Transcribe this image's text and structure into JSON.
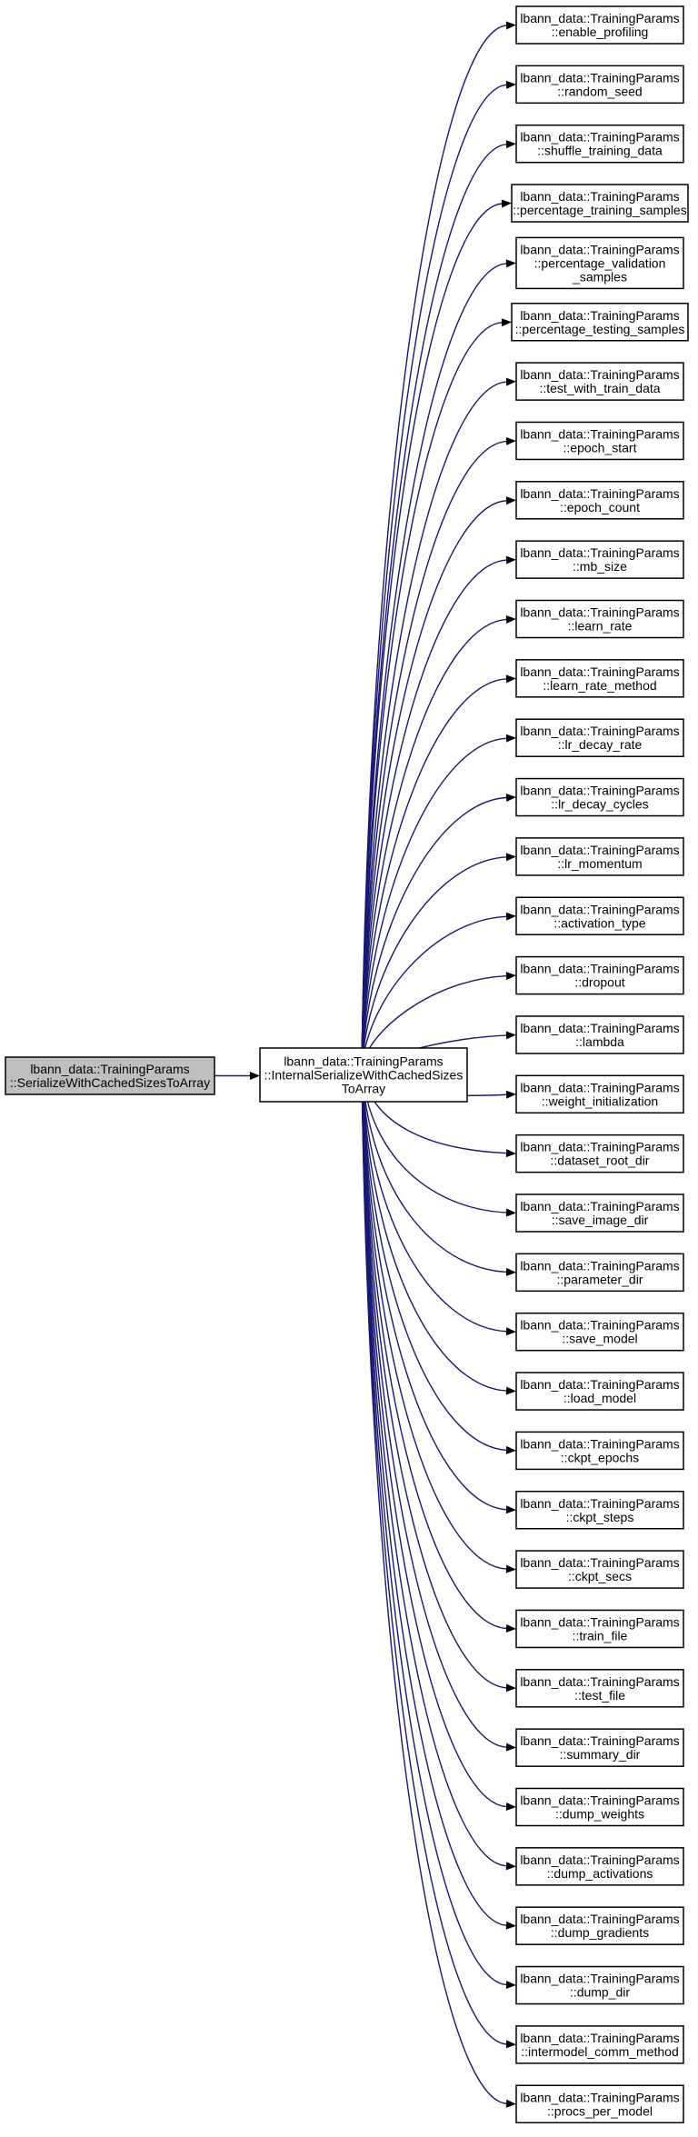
{
  "colors": {
    "edge": "#191970",
    "root_fill": "#bfbfbf",
    "node_fill": "#ffffff",
    "border": "#000000"
  },
  "root": {
    "lines": [
      "lbann_data::TrainingParams",
      "::SerializeWithCachedSizesToArray"
    ]
  },
  "middle": {
    "lines": [
      "lbann_data::TrainingParams",
      "::InternalSerializeWithCachedSizes",
      "ToArray"
    ]
  },
  "callees": [
    {
      "lines": [
        "lbann_data::TrainingParams",
        "::enable_profiling"
      ]
    },
    {
      "lines": [
        "lbann_data::TrainingParams",
        "::random_seed"
      ]
    },
    {
      "lines": [
        "lbann_data::TrainingParams",
        "::shuffle_training_data"
      ]
    },
    {
      "lines": [
        "lbann_data::TrainingParams",
        "::percentage_training_samples"
      ]
    },
    {
      "lines": [
        "lbann_data::TrainingParams",
        "::percentage_validation",
        "_samples"
      ]
    },
    {
      "lines": [
        "lbann_data::TrainingParams",
        "::percentage_testing_samples"
      ]
    },
    {
      "lines": [
        "lbann_data::TrainingParams",
        "::test_with_train_data"
      ]
    },
    {
      "lines": [
        "lbann_data::TrainingParams",
        "::epoch_start"
      ]
    },
    {
      "lines": [
        "lbann_data::TrainingParams",
        "::epoch_count"
      ]
    },
    {
      "lines": [
        "lbann_data::TrainingParams",
        "::mb_size"
      ]
    },
    {
      "lines": [
        "lbann_data::TrainingParams",
        "::learn_rate"
      ]
    },
    {
      "lines": [
        "lbann_data::TrainingParams",
        "::learn_rate_method"
      ]
    },
    {
      "lines": [
        "lbann_data::TrainingParams",
        "::lr_decay_rate"
      ]
    },
    {
      "lines": [
        "lbann_data::TrainingParams",
        "::lr_decay_cycles"
      ]
    },
    {
      "lines": [
        "lbann_data::TrainingParams",
        "::lr_momentum"
      ]
    },
    {
      "lines": [
        "lbann_data::TrainingParams",
        "::activation_type"
      ]
    },
    {
      "lines": [
        "lbann_data::TrainingParams",
        "::dropout"
      ]
    },
    {
      "lines": [
        "lbann_data::TrainingParams",
        "::lambda"
      ]
    },
    {
      "lines": [
        "lbann_data::TrainingParams",
        "::weight_initialization"
      ]
    },
    {
      "lines": [
        "lbann_data::TrainingParams",
        "::dataset_root_dir"
      ]
    },
    {
      "lines": [
        "lbann_data::TrainingParams",
        "::save_image_dir"
      ]
    },
    {
      "lines": [
        "lbann_data::TrainingParams",
        "::parameter_dir"
      ]
    },
    {
      "lines": [
        "lbann_data::TrainingParams",
        "::save_model"
      ]
    },
    {
      "lines": [
        "lbann_data::TrainingParams",
        "::load_model"
      ]
    },
    {
      "lines": [
        "lbann_data::TrainingParams",
        "::ckpt_epochs"
      ]
    },
    {
      "lines": [
        "lbann_data::TrainingParams",
        "::ckpt_steps"
      ]
    },
    {
      "lines": [
        "lbann_data::TrainingParams",
        "::ckpt_secs"
      ]
    },
    {
      "lines": [
        "lbann_data::TrainingParams",
        "::train_file"
      ]
    },
    {
      "lines": [
        "lbann_data::TrainingParams",
        "::test_file"
      ]
    },
    {
      "lines": [
        "lbann_data::TrainingParams",
        "::summary_dir"
      ]
    },
    {
      "lines": [
        "lbann_data::TrainingParams",
        "::dump_weights"
      ]
    },
    {
      "lines": [
        "lbann_data::TrainingParams",
        "::dump_activations"
      ]
    },
    {
      "lines": [
        "lbann_data::TrainingParams",
        "::dump_gradients"
      ]
    },
    {
      "lines": [
        "lbann_data::TrainingParams",
        "::dump_dir"
      ]
    },
    {
      "lines": [
        "lbann_data::TrainingParams",
        "::intermodel_comm_method"
      ]
    },
    {
      "lines": [
        "lbann_data::TrainingParams",
        "::procs_per_model"
      ]
    }
  ]
}
